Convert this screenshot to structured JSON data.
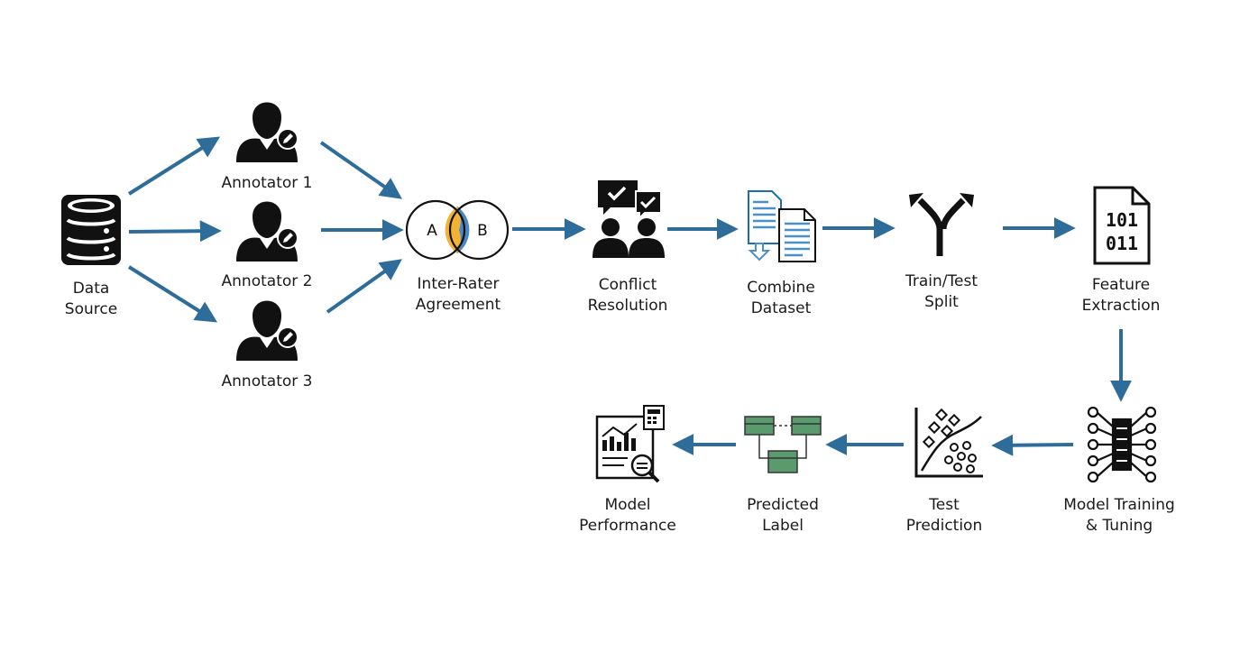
{
  "colors": {
    "arrow": "#2e6d9a",
    "icon": "#111111",
    "venn_left": "#f2b233",
    "venn_right": "#4a86c8",
    "table_green": "#5a9b6e"
  },
  "nodes": {
    "data_source": {
      "line1": "Data",
      "line2": "Source",
      "icon": "database-icon"
    },
    "annotator_1": {
      "label": "Annotator 1",
      "icon": "annotator-user-pen-icon"
    },
    "annotator_2": {
      "label": "Annotator 2",
      "icon": "annotator-user-pen-icon"
    },
    "annotator_3": {
      "label": "Annotator 3",
      "icon": "annotator-user-pen-icon"
    },
    "inter_rater": {
      "line1": "Inter-Rater",
      "line2": "Agreement",
      "icon": "venn-diagram-icon",
      "venn_a": "A",
      "venn_b": "B"
    },
    "conflict": {
      "line1": "Conflict",
      "line2": "Resolution",
      "icon": "discussion-check-icon"
    },
    "combine": {
      "line1": "Combine",
      "line2": "Dataset",
      "icon": "documents-merge-icon"
    },
    "split": {
      "line1": "Train/Test",
      "line2": "Split",
      "icon": "fork-split-icon"
    },
    "feature": {
      "line1": "Feature",
      "line2": "Extraction",
      "icon": "binary-file-icon",
      "bits_1": "101",
      "bits_2": "011"
    },
    "model_training": {
      "line1": "Model Training",
      "line2": "& Tuning",
      "icon": "neural-network-icon"
    },
    "test_prediction": {
      "line1": "Test",
      "line2": "Prediction",
      "icon": "scatter-classifier-icon"
    },
    "predicted_label": {
      "line1": "Predicted",
      "line2": "Label",
      "icon": "label-tables-icon"
    },
    "model_performance": {
      "line1": "Model",
      "line2": "Performance",
      "icon": "performance-report-icon"
    }
  }
}
